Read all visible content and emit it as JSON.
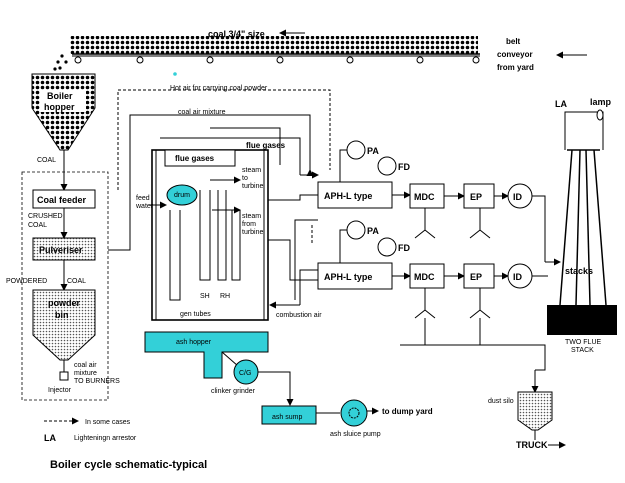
{
  "colors": {
    "ash": "#33d0d8",
    "stack": "#000000",
    "line": "#000000",
    "bg": "#ffffff"
  },
  "conveyor": {
    "coal_size": "coal 3/4\" size",
    "belt_line1": "belt",
    "belt_line2": "conveyor",
    "belt_line3": "from yard"
  },
  "hopper": {
    "line1": "Boiler",
    "line2": "hopper",
    "coal": "COAL"
  },
  "feeder": {
    "label": "Coal feeder",
    "crushed1": "CRUSHED",
    "crushed2": "COAL"
  },
  "pulveriser": {
    "label": "Pulveriser",
    "powdered": "POWDERED",
    "coal": "COAL"
  },
  "bin": {
    "line1": "powder",
    "line2": "bin"
  },
  "injector": {
    "label": "Injector",
    "air1": "coal air",
    "air2": "mixture",
    "to_burners": "TO BURNERS"
  },
  "ducts": {
    "hot_air": "Hot air for carrying coal powder",
    "coal_air": "coal air mixture",
    "combustion_air": "combustion air"
  },
  "boiler": {
    "flue_left": "flue gases",
    "flue_right": "flue gases",
    "steam_to1": "steam",
    "steam_to2": "to",
    "steam_to3": "turbine",
    "steam_from1": "steam",
    "steam_from2": "from",
    "steam_from3": "turbine",
    "feed1": "feed",
    "feed2": "water",
    "drum": "drum",
    "sh": "SH",
    "rh": "RH",
    "gen_tubes": "gen tubes"
  },
  "ash": {
    "hopper": "ash hopper",
    "cg": "C/G",
    "clinker": "clinker grinder",
    "sump": "ash sump",
    "sluice": "ash sluice pump",
    "dump": "to dump yard"
  },
  "train": {
    "pa": "PA",
    "fd": "FD",
    "aph": "APH-L type",
    "mdc": "MDC",
    "ep": "EP",
    "id": "ID"
  },
  "stack": {
    "la": "LA",
    "lamp": "lamp",
    "stacks": "stacks",
    "two_flue1": "TWO FLUE",
    "two_flue2": "STACK"
  },
  "silo": {
    "dust": "dust silo",
    "truck": "TRUCK"
  },
  "legend": {
    "in_some_cases": "In some cases",
    "la": "LA",
    "la_text": "Lighteningn arrestor"
  },
  "title": "Boiler cycle schematic-typical"
}
